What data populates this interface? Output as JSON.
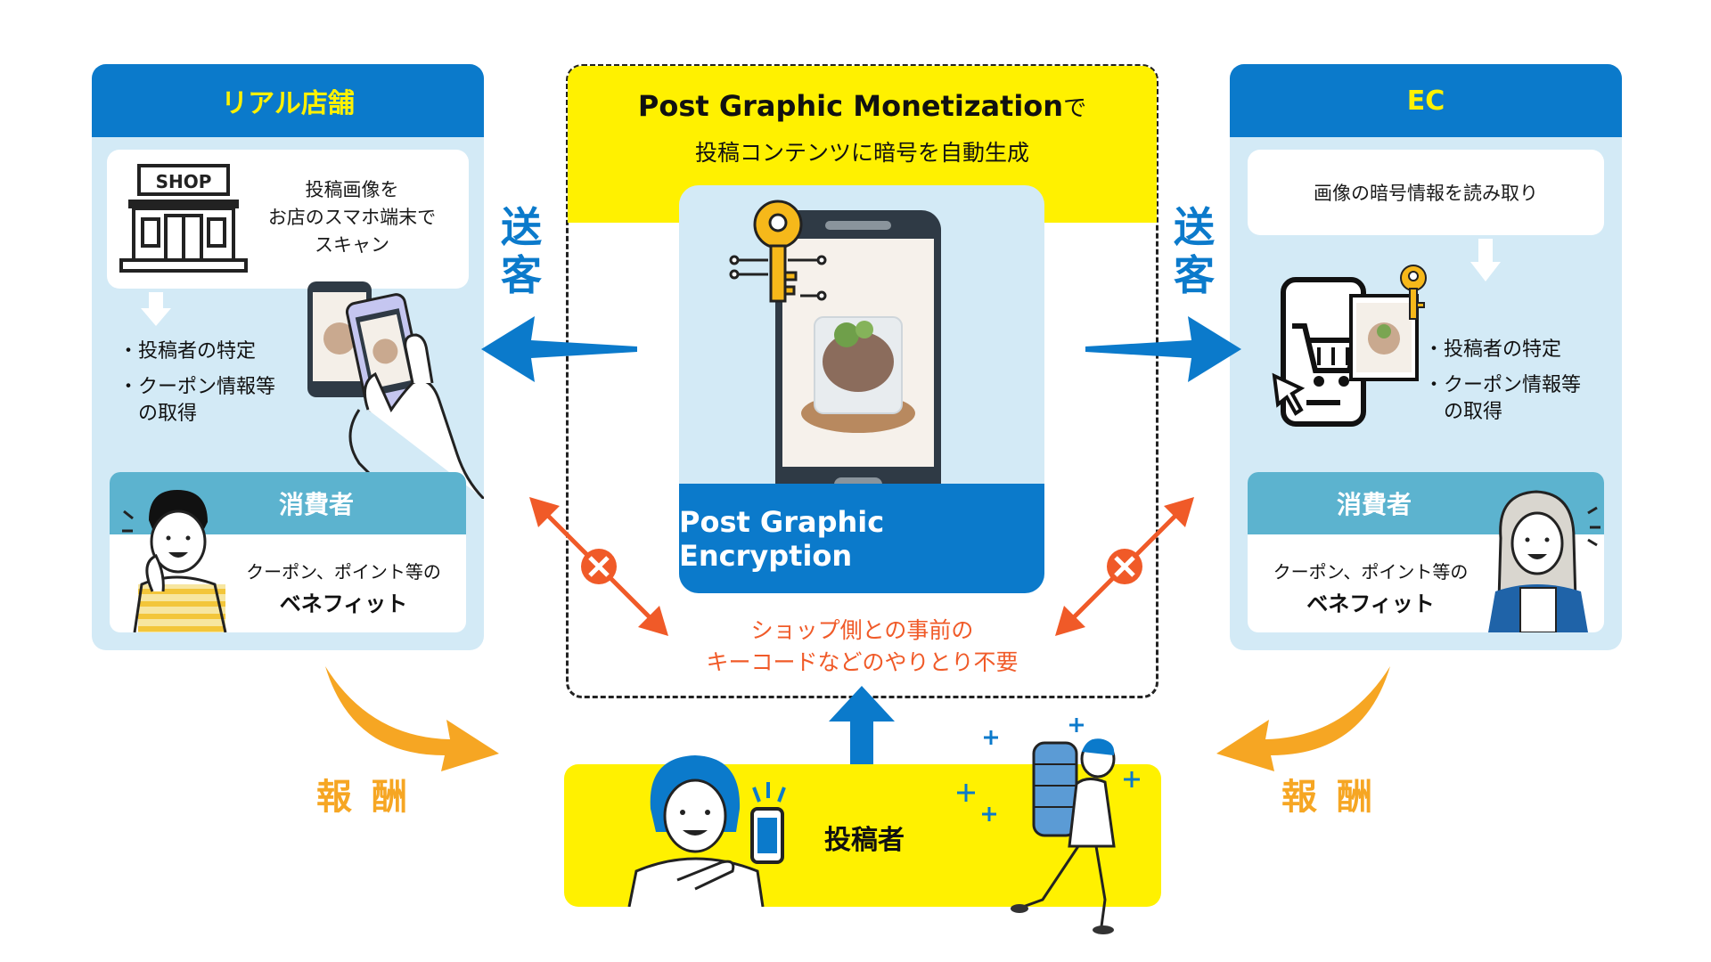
{
  "left_panel": {
    "title": "リアル店舗",
    "shop_sign": "SHOP",
    "instruction_lines": [
      "投稿画像を",
      "お店のスマホ端末で",
      "スキャン"
    ],
    "bullets": [
      "・投稿者の特定",
      "・クーポン情報等",
      "　の取得"
    ],
    "consumer_title": "消費者",
    "benefit_line": "クーポン、ポイント等の",
    "benefit_strong": "ベネフィット"
  },
  "right_panel": {
    "title": "EC",
    "instruction": "画像の暗号情報を読み取り",
    "bullets": [
      "・投稿者の特定",
      "・クーポン情報等",
      "　の取得"
    ],
    "consumer_title": "消費者",
    "benefit_line": "クーポン、ポイント等の",
    "benefit_strong": "ベネフィット"
  },
  "center": {
    "title_main": "Post Graphic Monetization",
    "title_suffix": "で",
    "subtitle": "投稿コンテンツに暗号を自動生成",
    "encryption_label": "Post Graphic Encryption",
    "note_line1": "ショップ側との事前の",
    "note_line2": "キーコードなどのやりとり不要"
  },
  "arrows": {
    "send_left": "送客",
    "send_right": "送客",
    "reward_left": "報酬",
    "reward_right": "報酬"
  },
  "poster": {
    "label": "投稿者"
  },
  "colors": {
    "blue": "#0b7acb",
    "light_blue": "#d3eaf6",
    "yellow": "#fff100",
    "orange": "#f05a28",
    "gold": "#f6a623",
    "teal": "#5cb3cf"
  }
}
